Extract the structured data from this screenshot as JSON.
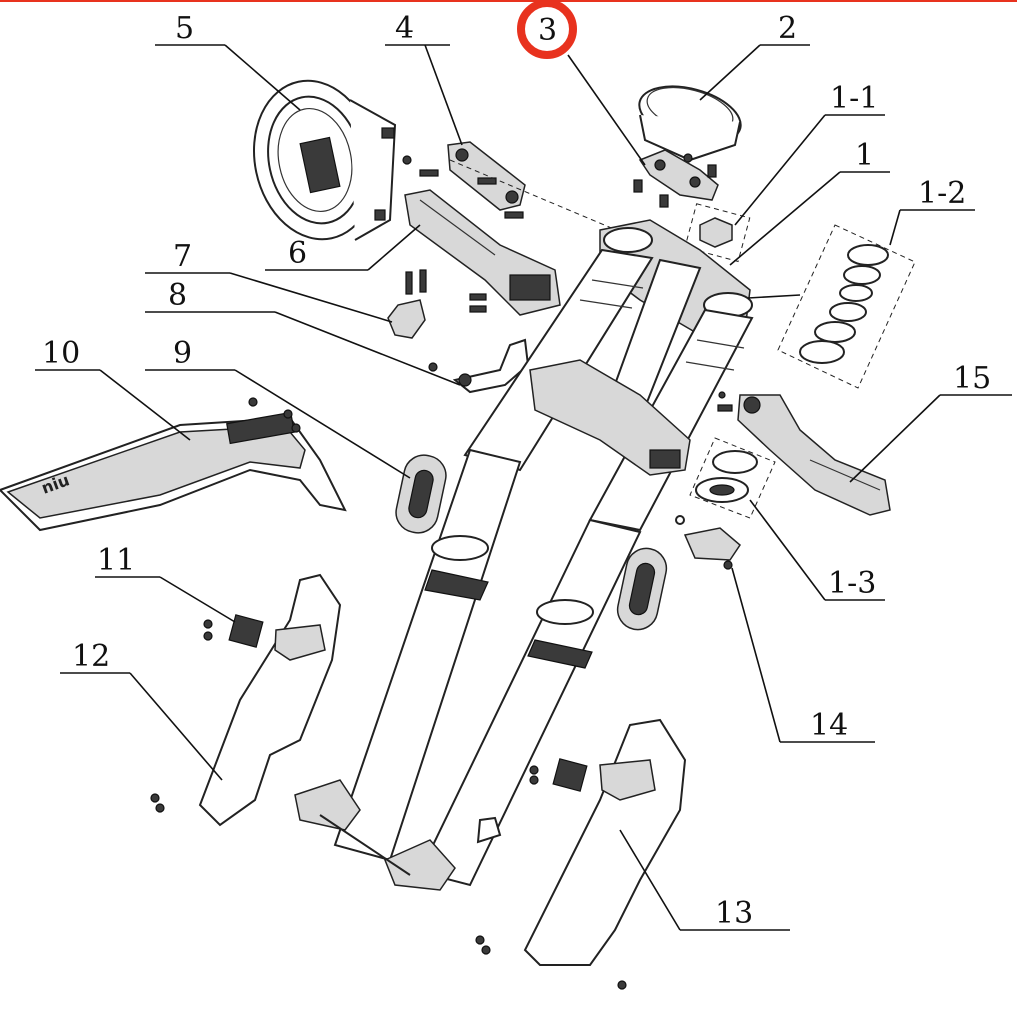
{
  "diagram": {
    "highlight_color": "#e8321e",
    "highlighted_part": "3",
    "logo_text": "niu",
    "labels": {
      "p5": "5",
      "p4": "4",
      "p3": "3",
      "p2": "2",
      "p1_1": "1-1",
      "p1": "1",
      "p1_2": "1-2",
      "p7": "7",
      "p6": "6",
      "p8": "8",
      "p10": "10",
      "p9": "9",
      "p15": "15",
      "p11": "11",
      "p12": "12",
      "p1_3": "1-3",
      "p14": "14",
      "p13": "13"
    }
  }
}
